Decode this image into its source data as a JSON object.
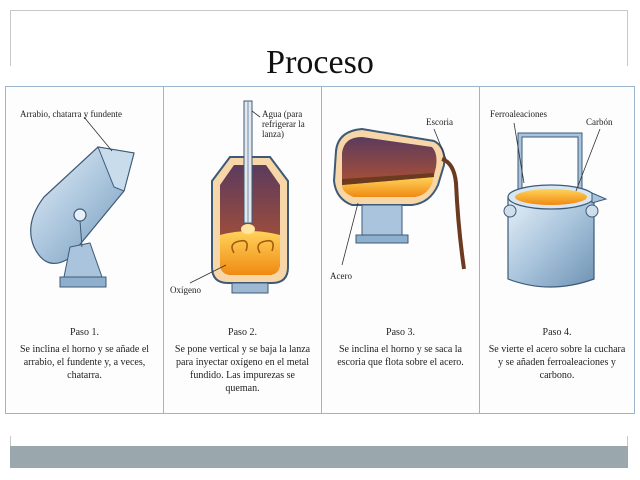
{
  "title": "Proceso",
  "steps": [
    {
      "title": "Paso 1.",
      "description": "Se inclina el horno y se añade el arrabio, el fundente y, a veces, chatarra.",
      "callouts": [
        "Arrabio, chatarra y fundente"
      ]
    },
    {
      "title": "Paso 2.",
      "description": "Se pone vertical y se baja la lanza para inyectar oxígeno en el metal fundido. Las impurezas se queman.",
      "callouts": [
        "Agua (para refrigerar la lanza)",
        "Oxígeno"
      ]
    },
    {
      "title": "Paso 3.",
      "description": "Se inclina el horno y se saca la escoria que flota sobre el acero.",
      "callouts": [
        "Escoria",
        "Acero"
      ]
    },
    {
      "title": "Paso 4.",
      "description": "Se vierte el acero sobre la cuchara y se añaden ferroaleaciones y carbono.",
      "callouts": [
        "Ferroaleaciones",
        "Carbón"
      ]
    }
  ],
  "colors": {
    "steel": "#a9c4dc",
    "molten": "#f4a11d",
    "hot": "#8a4a3a",
    "slag": "#6b3a1f",
    "frame": "#9bb5cf",
    "bar": "#9aa7ad"
  }
}
